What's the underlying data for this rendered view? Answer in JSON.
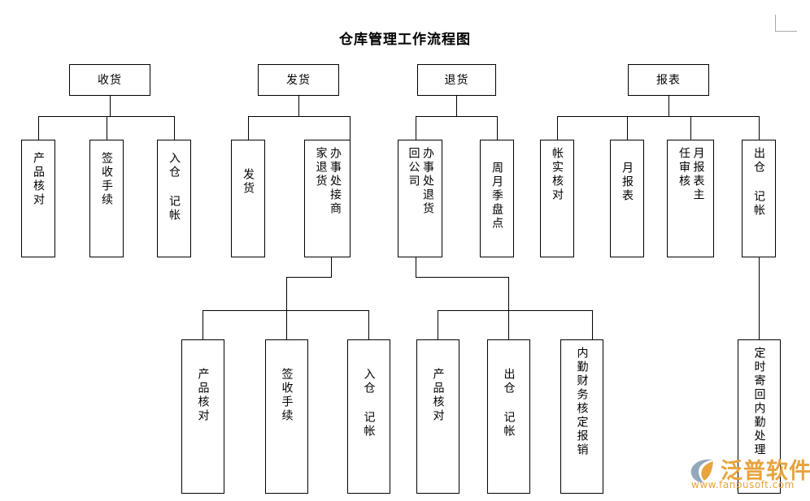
{
  "title": "仓库管理工作流程图",
  "colors": {
    "line": "#000000",
    "text": "#000000",
    "background": "#ffffff",
    "watermark": "#e8a33d",
    "watermark_logo_blue": "#8fa3b8",
    "corner_mark": "#a9a9a9"
  },
  "sections": [
    {
      "key": "receiving",
      "header": "收货",
      "children": [
        "产品核对",
        "签收手续",
        "入仓 记帐"
      ]
    },
    {
      "key": "shipping",
      "header": "发货",
      "children": [
        "发货",
        "办事处接商家退货"
      ]
    },
    {
      "key": "returns",
      "header": "退货",
      "children": [
        "办事处退货回公司",
        "周月季盘点"
      ]
    },
    {
      "key": "reports",
      "header": "报表",
      "children": [
        "帐实核对",
        "月报表",
        "月报表主任审核",
        "出仓 记帐"
      ]
    }
  ],
  "nodes": {
    "header_receiving": "收货",
    "header_shipping": "发货",
    "header_returns": "退货",
    "header_reports": "报表",
    "r1_product_check": "产品核对",
    "r1_sign_procedure": "签收手续",
    "r1_inbound_record": "入仓 记帐",
    "s1_ship_goods": "发货",
    "s1_office_accept_return": "办事处接商家退货",
    "t1_office_return_company": "办事处退货回公司",
    "t1_periodic_inventory": "周月季盘点",
    "p1_account_check": "帐实核对",
    "p1_monthly_report": "月报表",
    "p1_report_director_audit": "月报表主任审核",
    "p1_outbound_record": "出仓 记帐",
    "s2_product_check": "产品核对",
    "s2_sign_procedure": "签收手续",
    "s2_inbound_record": "入仓 记帐",
    "t2_product_check": "产品核对",
    "t2_outbound_record": "出仓 记帐",
    "t2_finance_reimburse": "内勤财务核定报销",
    "p2_mail_back_office": "定时寄回内勤处理"
  },
  "watermark": {
    "brand": "泛普软件",
    "url": "www.fanpusoft.com",
    "logo_icon": "circle-leaf-logo-icon"
  }
}
